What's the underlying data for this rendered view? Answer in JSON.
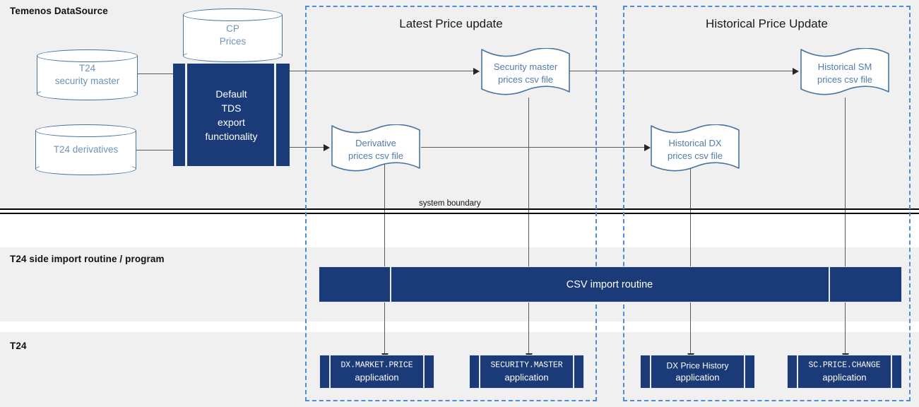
{
  "bands": [
    {
      "id": "datasource",
      "title": "Temenos DataSource"
    },
    {
      "id": "import",
      "title": "T24 side import routine / program"
    },
    {
      "id": "t24",
      "title": "T24"
    }
  ],
  "system_boundary_label": "system boundary",
  "regions": [
    {
      "id": "latest",
      "title": "Latest Price update"
    },
    {
      "id": "historical",
      "title": "Historical Price Update"
    }
  ],
  "datastores": [
    {
      "id": "cp-prices",
      "line1": "CP",
      "line2": "Prices"
    },
    {
      "id": "t24-security-master",
      "line1": "T24",
      "line2": "security master"
    },
    {
      "id": "t24-derivatives",
      "line1": "T24 derivatives",
      "line2": ""
    }
  ],
  "export_block": {
    "line1": "Default",
    "line2": "TDS",
    "line3": "export",
    "line4": "functionality"
  },
  "files": [
    {
      "id": "security-master-prices-csv",
      "line1": "Security master",
      "line2": "prices csv file"
    },
    {
      "id": "derivative-prices-csv",
      "line1": "Derivative",
      "line2": "prices csv file"
    },
    {
      "id": "historical-sm-prices-csv",
      "line1": "Historical SM",
      "line2": "prices csv file"
    },
    {
      "id": "historical-dx-prices-csv",
      "line1": "Historical DX",
      "line2": "prices csv file"
    }
  ],
  "import_routine": {
    "label": "CSV import routine"
  },
  "applications": [
    {
      "id": "dx-market-price",
      "name": "DX.MARKET.PRICE",
      "kind": "application",
      "mono": true
    },
    {
      "id": "security-master",
      "name": "SECURITY.MASTER",
      "kind": "application",
      "mono": true
    },
    {
      "id": "dx-price-history",
      "name": "DX Price History",
      "kind": "application",
      "mono": false
    },
    {
      "id": "sc-price-change",
      "name": "SC.PRICE.CHANGE",
      "kind": "application",
      "mono": true
    }
  ],
  "colors": {
    "navy": "#1b3a78",
    "band_gray": "#f0f0f0",
    "dashed_blue": "#4a8cd6",
    "shape_outline": "#46749f",
    "shape_text": "#5b86b0",
    "connector": "#595959"
  }
}
